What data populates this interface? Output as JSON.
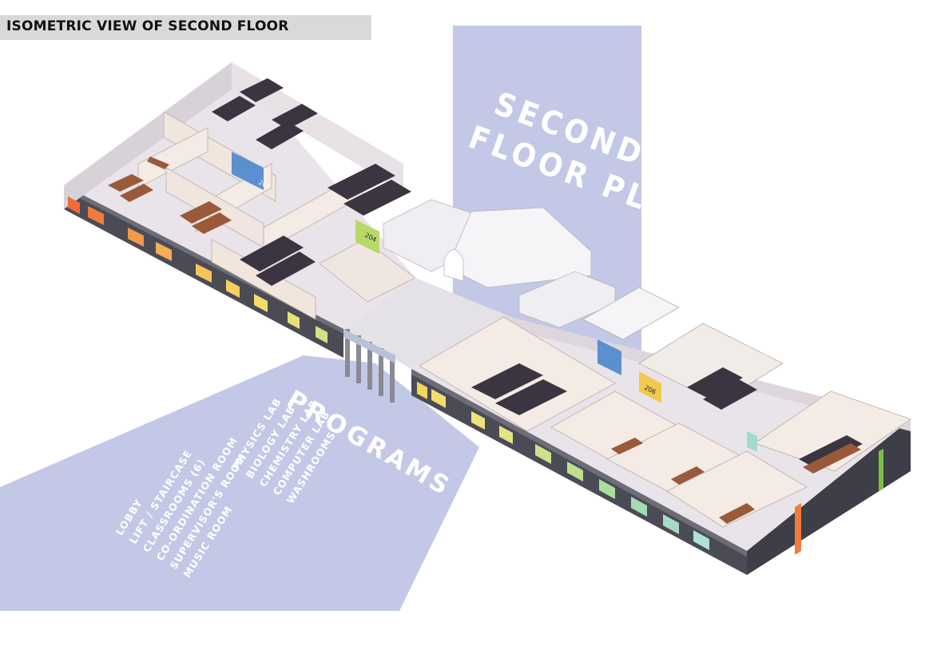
{
  "page_title": "ISOMETRIC VIEW OF SECOND FLOOR",
  "plan_heading": {
    "line1": "SECOND",
    "line2": "FLOOR PLAN"
  },
  "programs": {
    "title": "PROGRAMS",
    "column_left": [
      "LOBBY",
      "LIFT / STAIRCASE",
      "CLASSROOMS (6)",
      "CO-ORDINATION ROOM",
      "SUPERVISOR'S ROOM",
      "MUSIC ROOM"
    ],
    "column_right": [
      "PHYSICS LAB",
      "BIOLOGY LAB",
      "CHEMISTRY LAB",
      "COMPUTER LAB",
      "WASHROOMS"
    ]
  },
  "room_tags": [
    "201",
    "204",
    "206"
  ],
  "colors": {
    "band": "#c2c8e6",
    "title_bar": "#d9d9d9",
    "wall_dark": "#4a4a55",
    "floor": "#e9e4ea",
    "interior_wall": "#f1e6de",
    "accent_blue": "#5b8fd1",
    "accent_green": "#b7d968",
    "accent_yellow": "#f2c94c",
    "accent_orange": "#ef7d3a"
  }
}
